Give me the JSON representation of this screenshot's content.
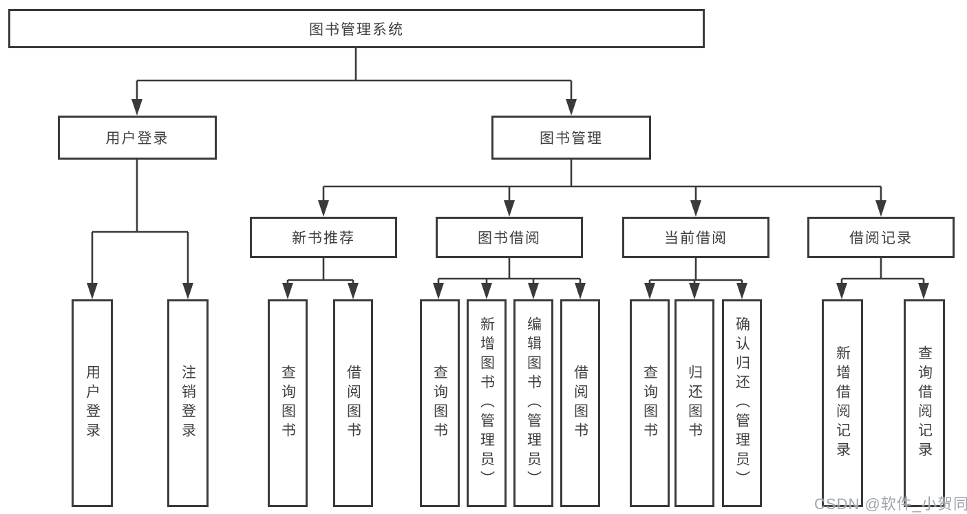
{
  "diagram": {
    "root": {
      "label": "图书管理系统"
    },
    "branches": [
      {
        "label": "用户登录",
        "children": [
          {
            "label": "用户登录"
          },
          {
            "label": "注销登录"
          }
        ]
      },
      {
        "label": "图书管理",
        "children": [
          {
            "label": "新书推荐",
            "children": [
              {
                "label": "查询图书"
              },
              {
                "label": "借阅图书"
              }
            ]
          },
          {
            "label": "图书借阅",
            "children": [
              {
                "label": "查询图书"
              },
              {
                "label": "新增图书（管理员）"
              },
              {
                "label": "编辑图书（管理员）"
              },
              {
                "label": "借阅图书"
              }
            ]
          },
          {
            "label": "当前借阅",
            "children": [
              {
                "label": "查询图书"
              },
              {
                "label": "归还图书"
              },
              {
                "label": "确认归还（管理员）"
              }
            ]
          },
          {
            "label": "借阅记录",
            "children": [
              {
                "label": "新增借阅记录"
              },
              {
                "label": "查询借阅记录"
              }
            ]
          }
        ]
      }
    ]
  },
  "watermark": {
    "text": "CSDN @软件_小贺同学"
  },
  "colors": {
    "line": "#3a3a3a",
    "text": "#3f3f3f",
    "background": "#ffffff",
    "watermark": "#949ca6"
  }
}
